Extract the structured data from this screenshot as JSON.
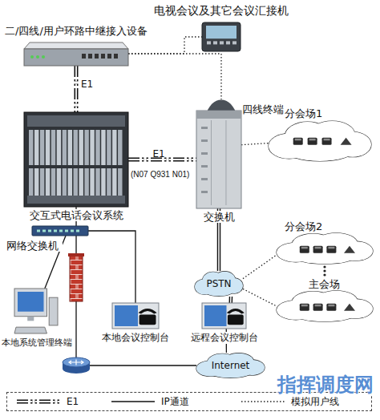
{
  "diagram": {
    "nodes": [
      {
        "text": [
          "二/四线/用户环路中继接入设备"
        ]
      },
      {
        "text": [
          "电视会议及其它会议汇接机"
        ]
      },
      {
        "text": [
          "四线终端"
        ]
      },
      {
        "text": [
          "交互式电话会议系统"
        ]
      },
      {
        "text": [
          "交换机"
        ]
      },
      {
        "text": [
          "分会场1"
        ]
      },
      {
        "text": [
          "网络交换机"
        ]
      },
      {
        "text": [
          "PSTN"
        ]
      },
      {
        "text": [
          "分会场2"
        ]
      },
      {
        "text": [
          "主会场"
        ]
      },
      {
        "text": [
          "本地系统管理终端"
        ]
      },
      {
        "text": [
          "本地会议控制台"
        ]
      },
      {
        "text": [
          "远程会议控制台"
        ]
      },
      {
        "text": [
          "Internet"
        ]
      }
    ],
    "edges": [
      {
        "from": 0,
        "to": 3,
        "arrow": "none",
        "label": "E1"
      },
      {
        "from": 0,
        "to": 1,
        "arrow": "none"
      },
      {
        "from": 0,
        "to": 2,
        "arrow": "none"
      },
      {
        "from": 3,
        "to": 4,
        "arrow": "none",
        "label": "E1"
      },
      {
        "from": 4,
        "to": 5,
        "arrow": "none"
      },
      {
        "from": 4,
        "to": 7,
        "arrow": "none"
      },
      {
        "from": 7,
        "to": 8,
        "arrow": "none"
      },
      {
        "from": 7,
        "to": 9,
        "arrow": "none"
      },
      {
        "from": 3,
        "to": 6,
        "arrow": "none"
      },
      {
        "from": 6,
        "to": 10,
        "arrow": "none"
      },
      {
        "from": 6,
        "to": 11,
        "arrow": "none"
      },
      {
        "from": 6,
        "to": 13,
        "arrow": "none"
      },
      {
        "from": 13,
        "to": 12,
        "arrow": "none"
      },
      {
        "from": 7,
        "to": 12,
        "arrow": "none"
      }
    ],
    "labels": [
      "(N07 Q931 N01)",
      "指挥调度网"
    ],
    "legend": [
      {
        "text": "E1"
      },
      {
        "text": "IP通道"
      },
      {
        "text": "模拟用户线"
      }
    ]
  }
}
